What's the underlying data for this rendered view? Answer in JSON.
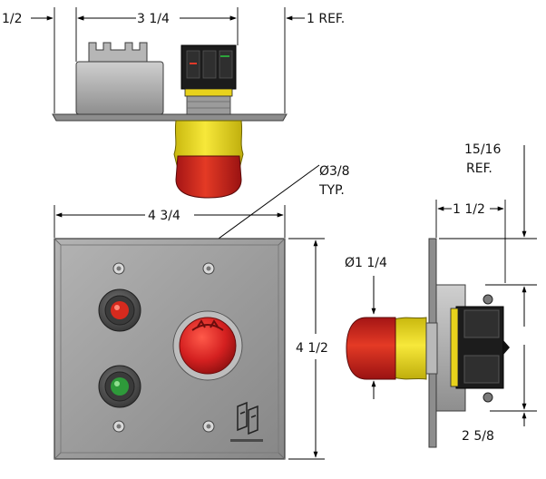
{
  "dimensions": {
    "top_left_offset": "1/2",
    "top_body_width": "3 1/4",
    "top_ref": "1 REF.",
    "led_diameter": "Ø3/8",
    "led_typ": "TYP.",
    "plate_width": "4 3/4",
    "plate_height": "4 1/2",
    "side_ref_value": "15/16",
    "side_ref_label": "REF.",
    "side_depth": "1 1/2",
    "button_diameter": "Ø1 1/4",
    "side_height": "2 5/8"
  },
  "colors": {
    "plate": "#9a9a9a",
    "plate_edge": "#6f6f6f",
    "led_red": "#d62a1e",
    "led_green": "#2e9a3a",
    "button_red": "#d42020",
    "button_yellow": "#f2e21a",
    "switch_black": "#1c1c1c"
  }
}
